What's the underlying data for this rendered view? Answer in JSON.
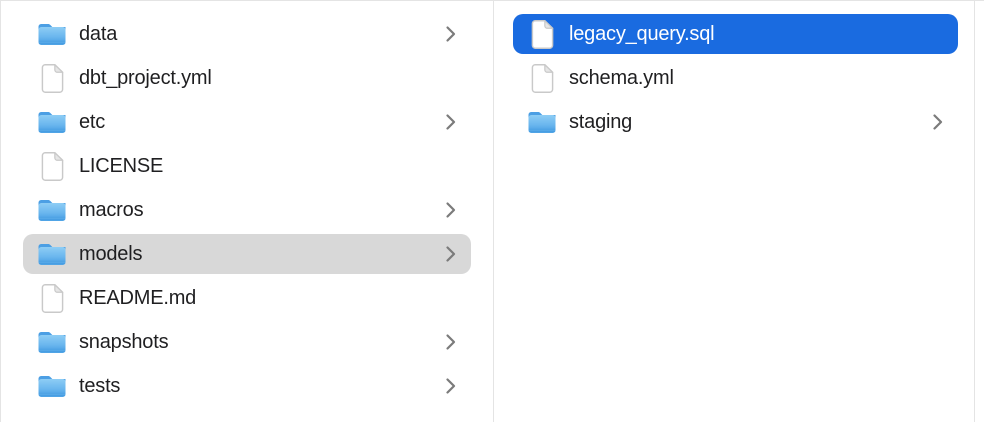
{
  "window": {
    "title": "finder-column-browser"
  },
  "colors": {
    "selection_blue": "#1A6BE0",
    "selection_gray": "#D8D8D8",
    "text": "#1F1F21",
    "selected_text": "#FFFFFF",
    "divider": "#E4E4E4",
    "chevron": "#7B7B7B",
    "folder_blue_light": "#8BCBF5",
    "folder_blue_dark": "#4FA3E6"
  },
  "columns": [
    {
      "name": "column-1",
      "items": [
        {
          "label": "data",
          "type": "folder",
          "icon": "folder-icon",
          "has_chevron": true,
          "selected": false,
          "selection_style": null
        },
        {
          "label": "dbt_project.yml",
          "type": "file",
          "icon": "file-icon",
          "has_chevron": false,
          "selected": false,
          "selection_style": null
        },
        {
          "label": "etc",
          "type": "folder",
          "icon": "folder-icon",
          "has_chevron": true,
          "selected": false,
          "selection_style": null
        },
        {
          "label": "LICENSE",
          "type": "file",
          "icon": "file-icon",
          "has_chevron": false,
          "selected": false,
          "selection_style": null
        },
        {
          "label": "macros",
          "type": "folder",
          "icon": "folder-icon",
          "has_chevron": true,
          "selected": false,
          "selection_style": null
        },
        {
          "label": "models",
          "type": "folder",
          "icon": "folder-icon",
          "has_chevron": true,
          "selected": true,
          "selection_style": "inactive-gray"
        },
        {
          "label": "README.md",
          "type": "file",
          "icon": "file-icon",
          "has_chevron": false,
          "selected": false,
          "selection_style": null
        },
        {
          "label": "snapshots",
          "type": "folder",
          "icon": "folder-icon",
          "has_chevron": true,
          "selected": false,
          "selection_style": null
        },
        {
          "label": "tests",
          "type": "folder",
          "icon": "folder-icon",
          "has_chevron": true,
          "selected": false,
          "selection_style": null
        }
      ]
    },
    {
      "name": "column-2",
      "items": [
        {
          "label": "legacy_query.sql",
          "type": "file",
          "icon": "file-icon",
          "has_chevron": false,
          "selected": true,
          "selection_style": "active-blue"
        },
        {
          "label": "schema.yml",
          "type": "file",
          "icon": "file-icon",
          "has_chevron": false,
          "selected": false,
          "selection_style": null
        },
        {
          "label": "staging",
          "type": "folder",
          "icon": "folder-icon",
          "has_chevron": true,
          "selected": false,
          "selection_style": null
        }
      ]
    }
  ]
}
